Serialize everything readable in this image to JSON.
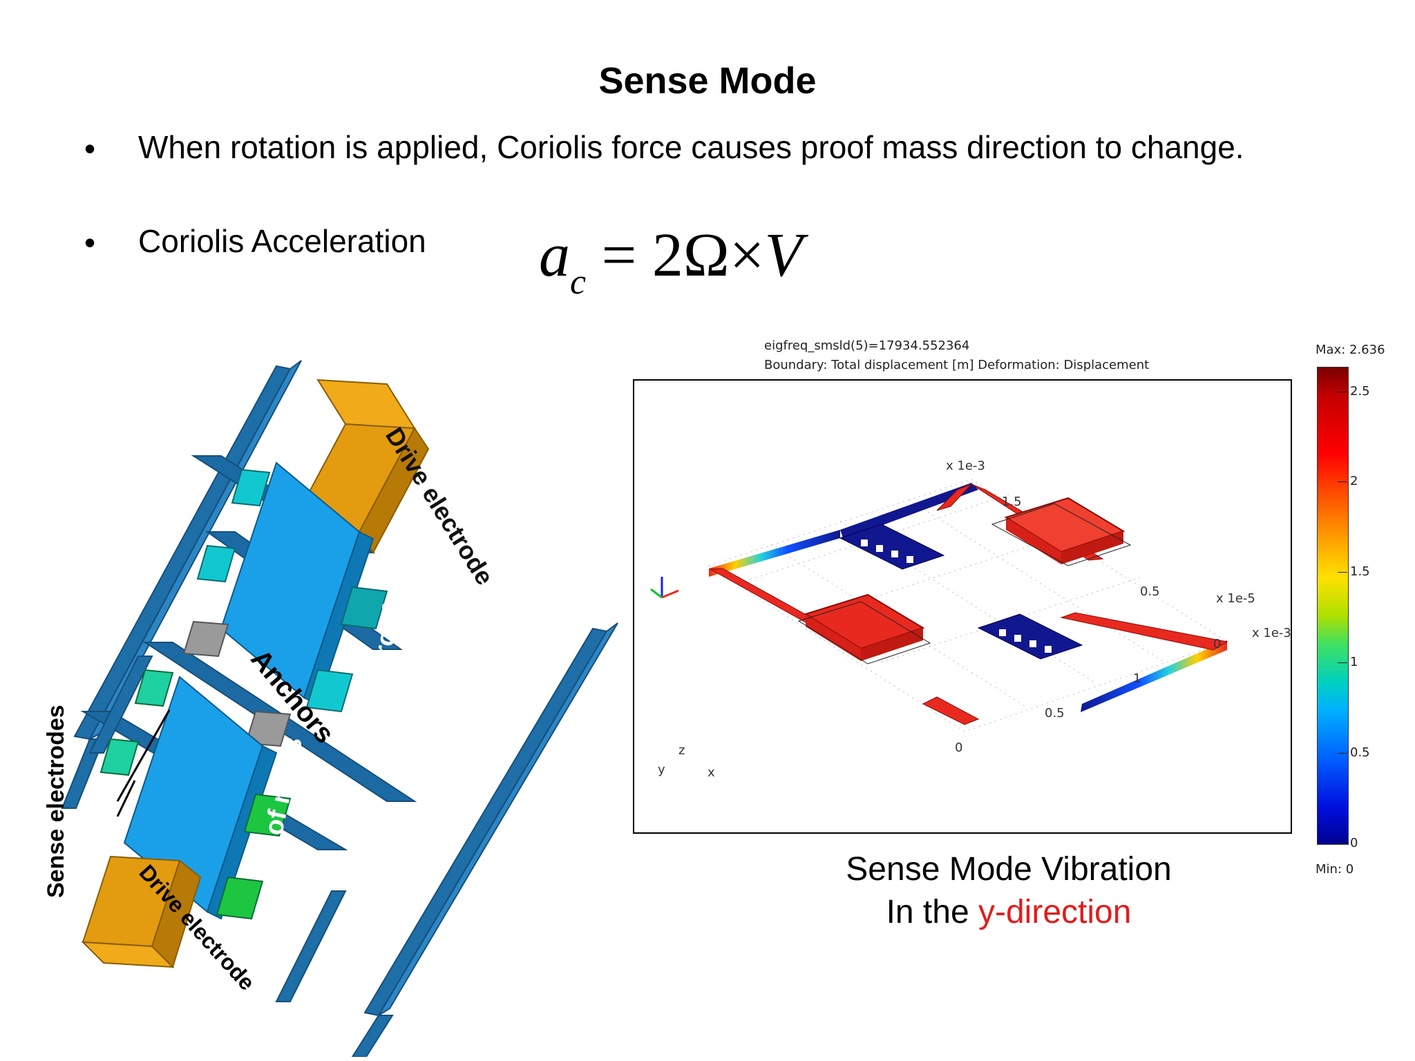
{
  "slide": {
    "title": "Sense Mode",
    "bullets": [
      "When rotation is applied, Coriolis force causes proof mass direction to change.",
      "Coriolis Acceleration"
    ],
    "bullet_symbol": "•"
  },
  "formula": {
    "lhs": "a",
    "lhs_sub": "c",
    "rhs": "= 2Ω×",
    "rhs_var": "V"
  },
  "diagram": {
    "labels": {
      "drive_electrode_top": "Drive electrode",
      "proof_mass_top": "Proof mass",
      "anchors": "Anchors",
      "proof_mass_bottom": "Proof mass",
      "sense_electrodes": "Sense electrodes",
      "drive_electrode_bottom": "Drive electrode"
    },
    "colors": {
      "frame": "#1e6ea8",
      "proof_mass": "#1aa0e8",
      "drive_electrode": "#e39b10",
      "anchor": "#9a9a9a",
      "sense_electrode_teal": "#12b8c0",
      "sense_electrode_green": "#1cc640"
    }
  },
  "simulation": {
    "header_line1": "eigfreq_smsld(5)=17934.552364",
    "header_line2": "Boundary: Total displacement [m]   Deformation: Displacement",
    "axis_labels": {
      "x1e3": "x 1e-3",
      "x1e5": "x 1e-5",
      "x1e3b": "x 1e-3"
    },
    "ticks": [
      "1.5",
      "0.5",
      "1",
      "0.5",
      "0",
      "0"
    ],
    "triad": {
      "y": "y",
      "z": "z",
      "x": "x"
    },
    "colorbar": {
      "max_label": "Max: 2.636",
      "min_label": "Min: 0",
      "ticks": [
        "2.5",
        "2",
        "1.5",
        "1",
        "0.5",
        "0"
      ],
      "tick_values": [
        2.5,
        2.0,
        1.5,
        1.0,
        0.5,
        0.0
      ],
      "max": 2.636,
      "min": 0
    },
    "colors": {
      "high": "#e8291f",
      "low": "#11178e"
    }
  },
  "caption": {
    "line1": "Sense Mode Vibration",
    "line2_prefix": "In  the ",
    "line2_highlight": "y-direction"
  }
}
